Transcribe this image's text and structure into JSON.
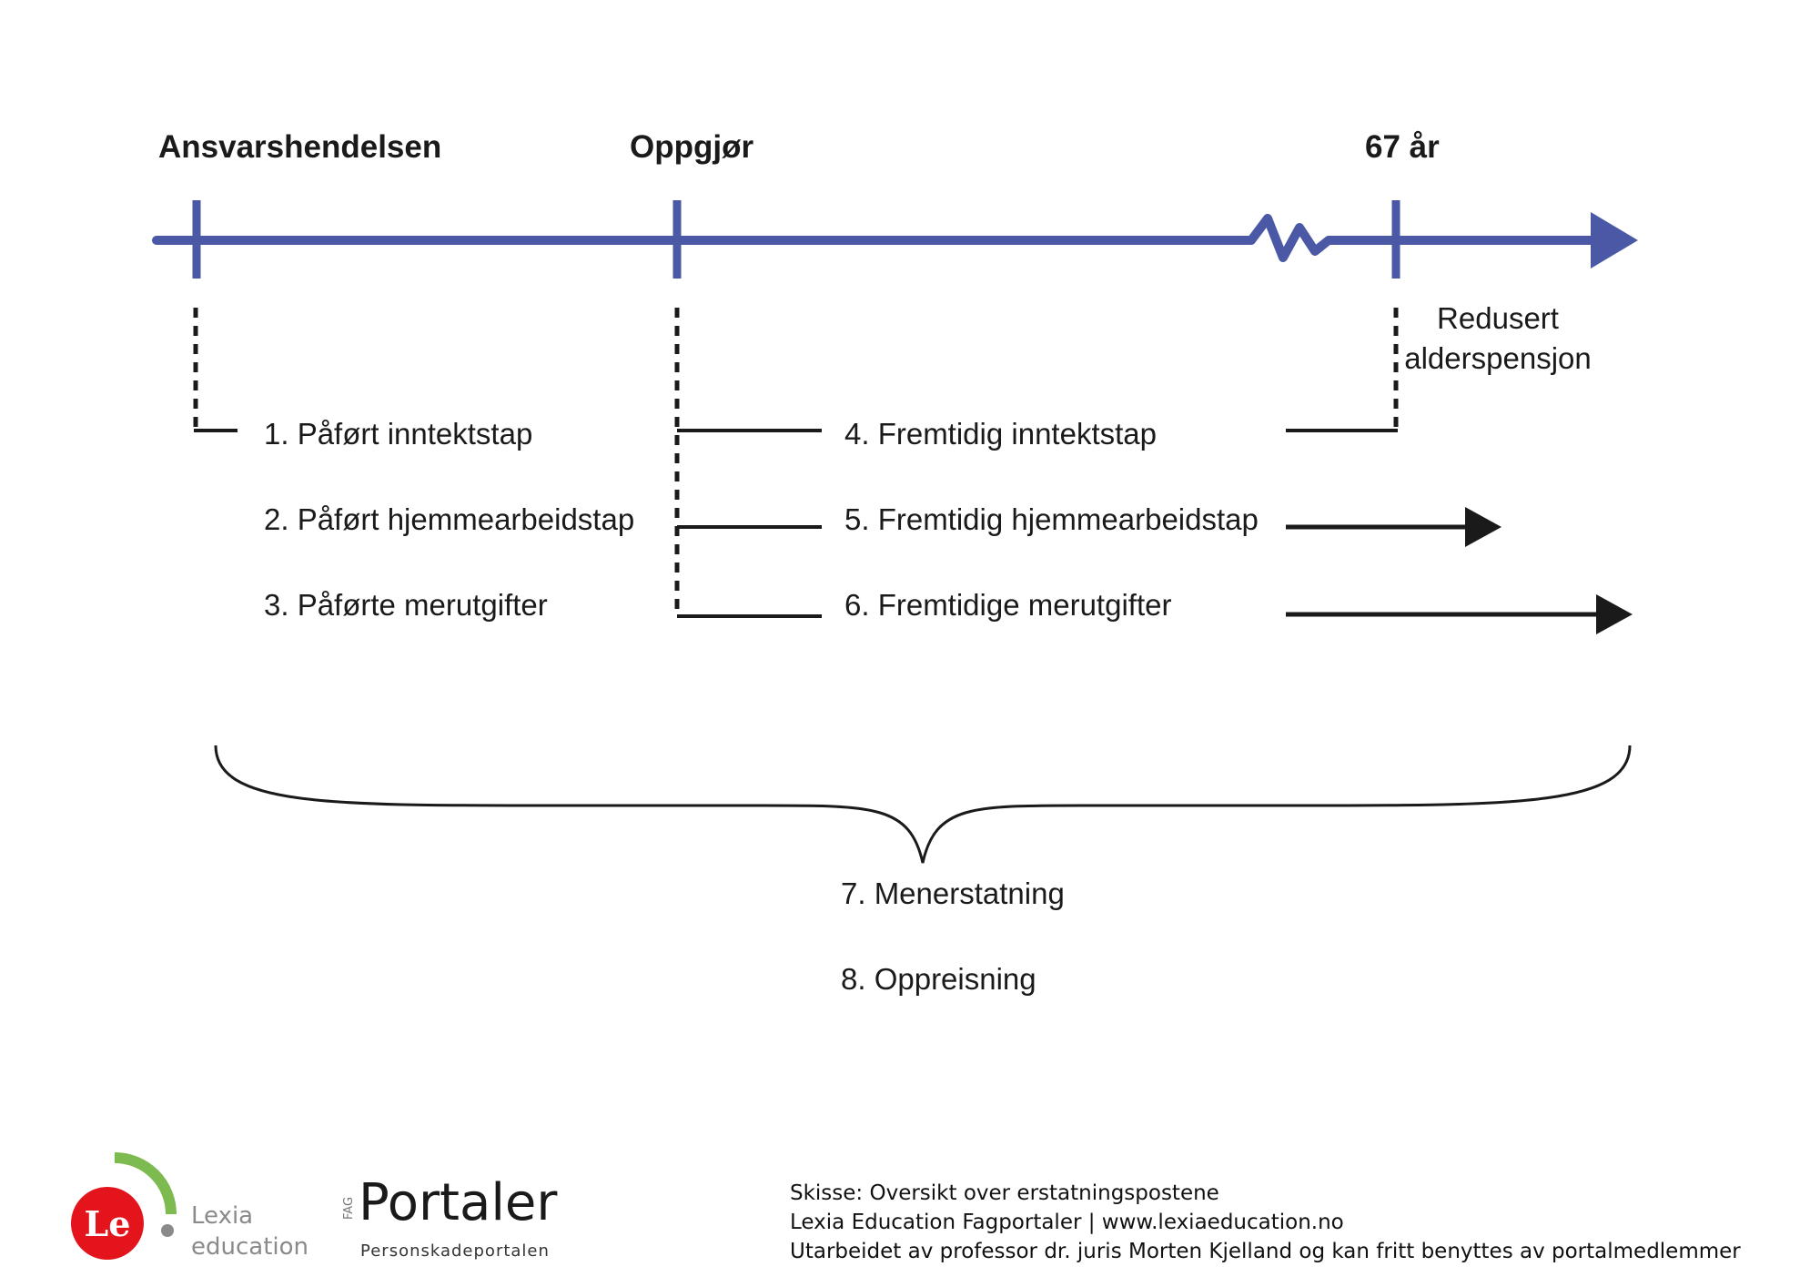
{
  "timeline": {
    "markers": [
      {
        "label": "Ansvarshendelsen"
      },
      {
        "label": "Oppgjør"
      },
      {
        "label": "67 år"
      }
    ],
    "reduced_pension": [
      "Redusert",
      "alderspensjon"
    ]
  },
  "items": {
    "past": [
      "1. Påført inntektstap",
      "2. Påført hjemmearbeidstap",
      "3. Påførte merutgifter"
    ],
    "future": [
      "4. Fremtidig inntektstap",
      "5. Fremtidig hjemmearbeidstap",
      "6. Fremtidige merutgifter"
    ],
    "general": [
      "7. Menerstatning",
      "8. Oppreisning"
    ]
  },
  "logos": {
    "lexia": {
      "letters": "Le",
      "line1": "Lexia",
      "line2": "education"
    },
    "portaler": {
      "fag": "FAG",
      "word": "Portaler",
      "sub": "Personskadeportalen"
    }
  },
  "footer": {
    "lines": [
      "Skisse: Oversikt over erstatningspostene",
      "Lexia Education Fagportaler | www.lexiaeducation.no",
      "Utarbeidet av professor dr. juris Morten Kjelland og kan fritt benyttes av portalmedlemmer"
    ]
  },
  "colors": {
    "timeline": "#4a58a6",
    "ink": "#1a1a1a",
    "lexia_red": "#e3141b",
    "lexia_green": "#7dba4f",
    "portaler_green": "#2e9e3e"
  }
}
